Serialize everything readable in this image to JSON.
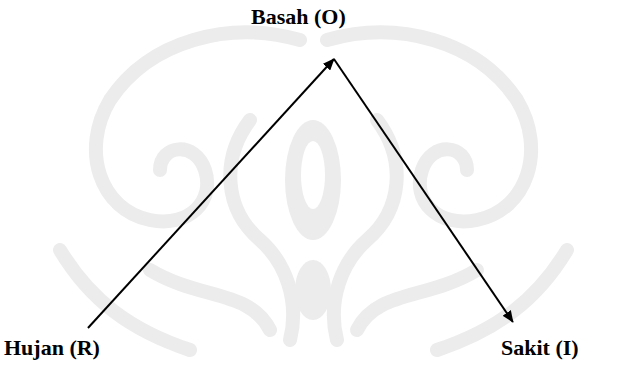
{
  "diagram": {
    "nodes": [
      {
        "text": [
          "Basah (O)"
        ]
      },
      {
        "text": [
          "Hujan (R)"
        ]
      },
      {
        "text": [
          "Sakit (I)"
        ]
      }
    ],
    "edges": [
      {
        "from": 1,
        "to": 0,
        "arrow": "to"
      },
      {
        "from": 0,
        "to": 2,
        "arrow": "to"
      }
    ]
  }
}
